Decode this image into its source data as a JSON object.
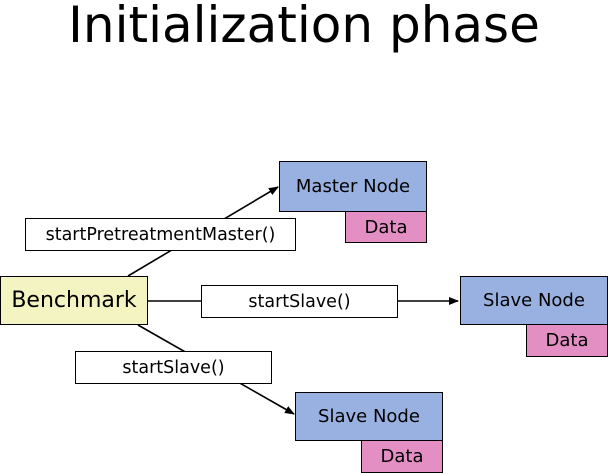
{
  "diagram": {
    "title": "Initialization phase",
    "benchmark": "Benchmark",
    "master": {
      "label": "Master Node",
      "data": "Data"
    },
    "slave_right": {
      "label": "Slave Node",
      "data": "Data"
    },
    "slave_bottom": {
      "label": "Slave Node",
      "data": "Data"
    },
    "calls": {
      "master": "startPretreatmentMaster()",
      "slave_right": "startSlave()",
      "slave_bottom": "startSlave()"
    }
  }
}
